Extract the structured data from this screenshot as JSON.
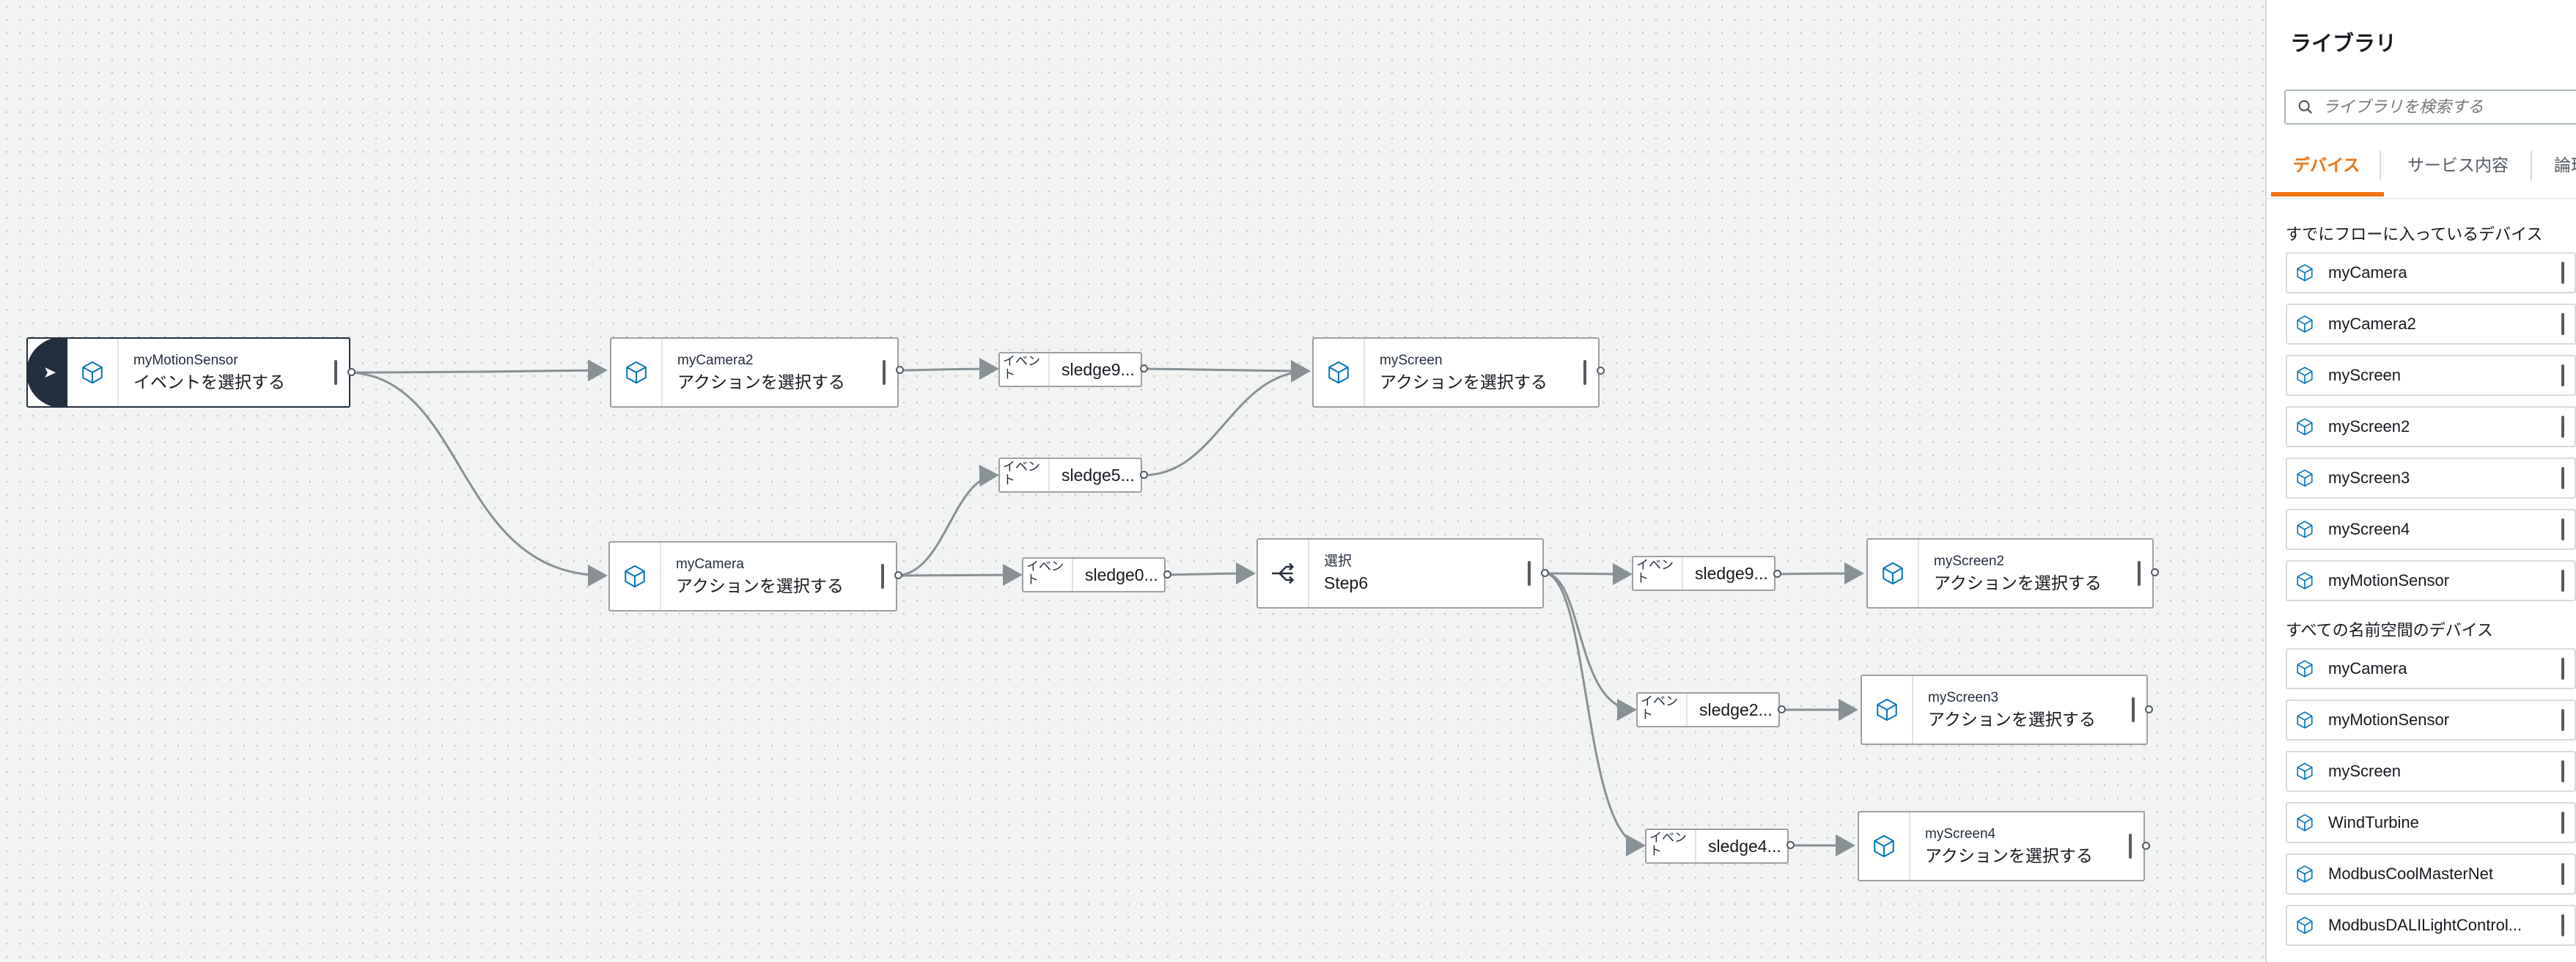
{
  "canvas": {
    "nodes": {
      "motion_sensor": {
        "title": "myMotionSensor",
        "action": "イベントを選択する"
      },
      "camera2": {
        "title": "myCamera2",
        "action": "アクションを選択する"
      },
      "camera": {
        "title": "myCamera",
        "action": "アクションを選択する"
      },
      "screen": {
        "title": "myScreen",
        "action": "アクションを選択する"
      },
      "choice": {
        "title": "選択",
        "action": "Step6"
      },
      "screen2": {
        "title": "myScreen2",
        "action": "アクションを選択する"
      },
      "screen3": {
        "title": "myScreen3",
        "action": "アクションを選択する"
      },
      "screen4": {
        "title": "myScreen4",
        "action": "アクションを選択する"
      }
    },
    "event_nodes": {
      "e1": {
        "label": "イベント",
        "name": "sledge9..."
      },
      "e2": {
        "label": "イベント",
        "name": "sledge5..."
      },
      "e3": {
        "label": "イベント",
        "name": "sledge0..."
      },
      "e4": {
        "label": "イベント",
        "name": "sledge9..."
      },
      "e5": {
        "label": "イベント",
        "name": "sledge2..."
      },
      "e6": {
        "label": "イベント",
        "name": "sledge4..."
      }
    }
  },
  "library": {
    "title": "ライブラリ",
    "search_placeholder": "ライブラリを検索する",
    "tabs": [
      "デバイス",
      "サービス内容",
      "論理"
    ],
    "section_in_flow": "すでにフローに入っているデバイス",
    "devices_in_flow": [
      "myCamera",
      "myCamera2",
      "myScreen",
      "myScreen2",
      "myScreen3",
      "myScreen4",
      "myMotionSensor"
    ],
    "section_all": "すべての名前空間のデバイス",
    "devices_all": [
      "myCamera",
      "myMotionSensor",
      "myScreen",
      "WindTurbine",
      "ModbusCoolMasterNet",
      "ModbusDALILightControl..."
    ]
  },
  "colors": {
    "accent": "#ec7211",
    "start_cap": "#232f3e",
    "wire": "#879196",
    "device_icon": "#0073bb"
  },
  "icons": {
    "device": "cube-icon",
    "choice": "branch-icon",
    "start": "play-icon",
    "search": "search-icon"
  }
}
